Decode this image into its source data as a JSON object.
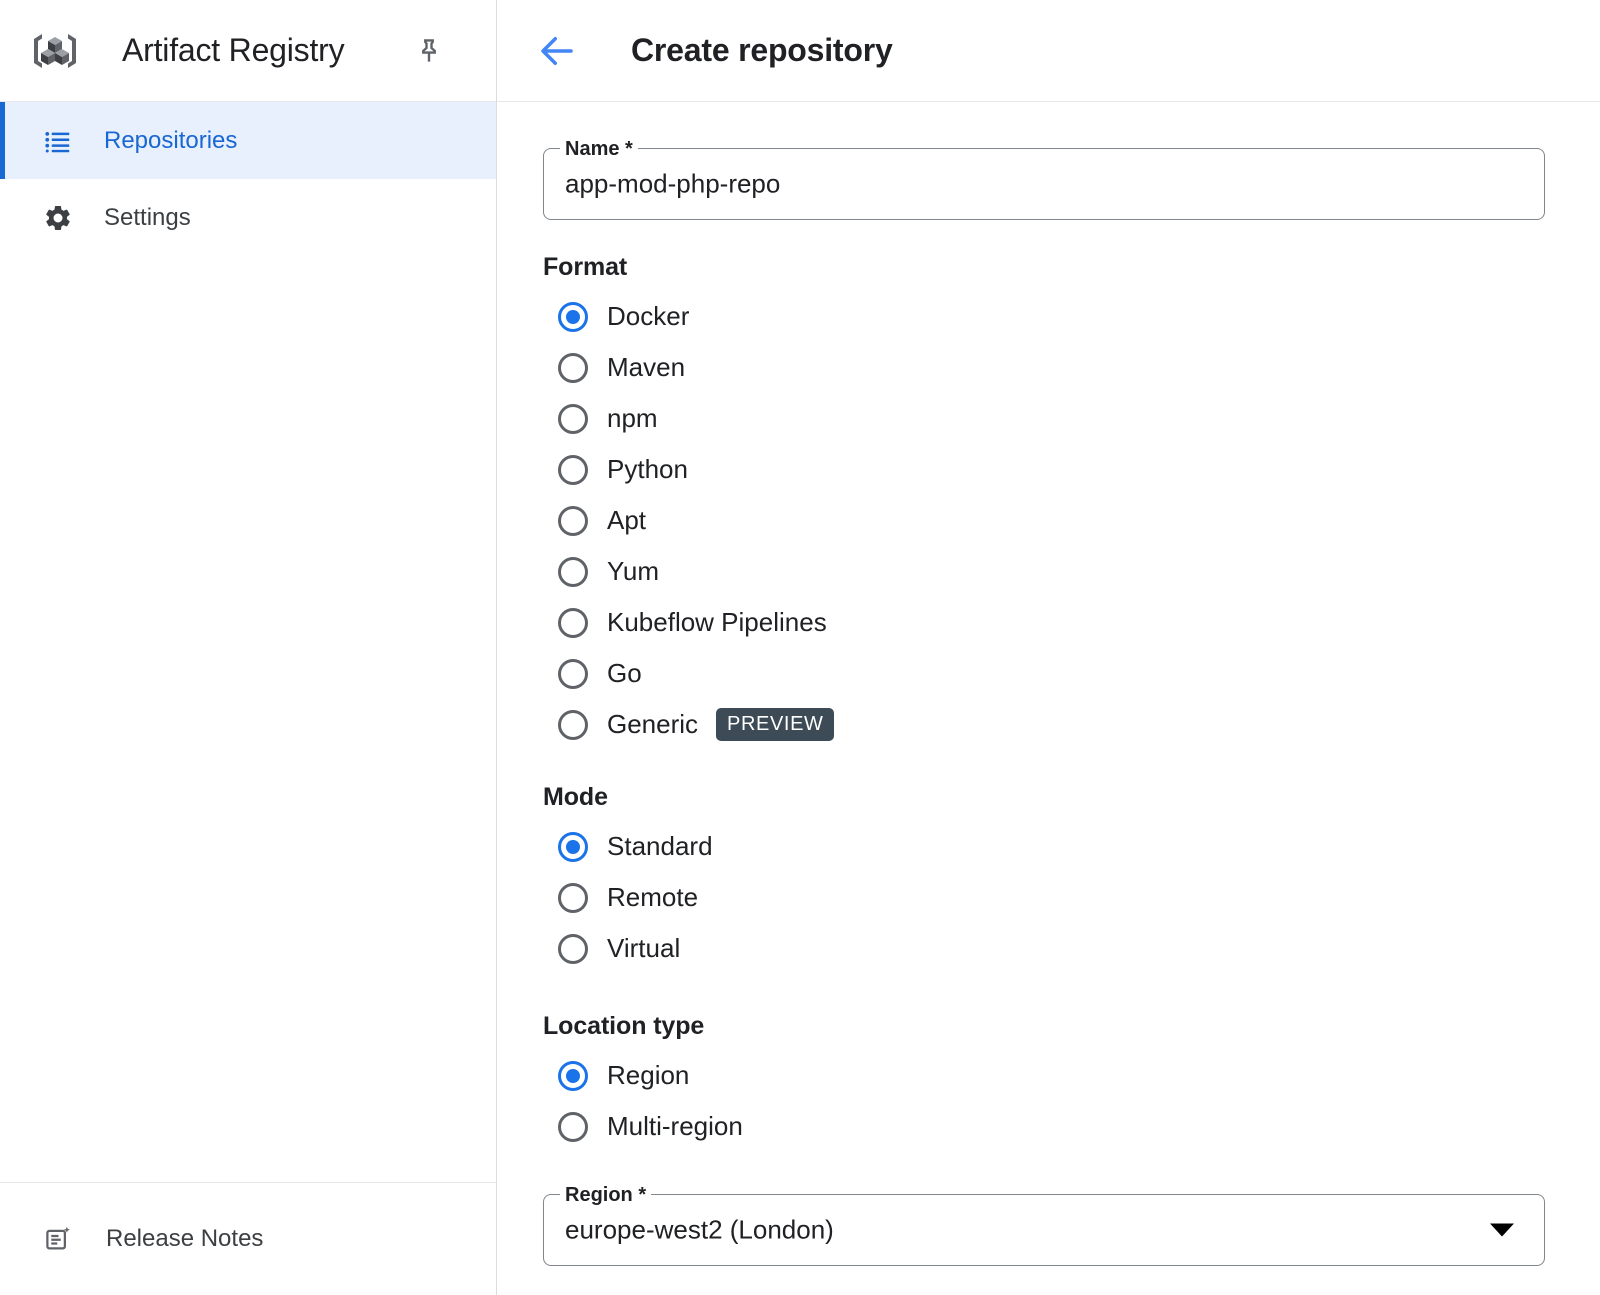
{
  "sidebar": {
    "app_title": "Artifact Registry",
    "logo_icon": "artifact-registry-cubes-icon",
    "pin_icon": "pin-icon",
    "items": [
      {
        "label": "Repositories",
        "icon": "list-icon",
        "active": true
      },
      {
        "label": "Settings",
        "icon": "gear-icon",
        "active": false
      }
    ],
    "footer": {
      "label": "Release Notes",
      "icon": "release-notes-icon"
    }
  },
  "header": {
    "back_icon": "arrow-back-icon",
    "title": "Create repository"
  },
  "form": {
    "name_field": {
      "label": "Name *",
      "value": "app-mod-php-repo",
      "placeholder": "Name"
    },
    "format": {
      "label": "Format",
      "selected": "Docker",
      "options": [
        {
          "label": "Docker",
          "selected": true
        },
        {
          "label": "Maven",
          "selected": false
        },
        {
          "label": "npm",
          "selected": false
        },
        {
          "label": "Python",
          "selected": false
        },
        {
          "label": "Apt",
          "selected": false
        },
        {
          "label": "Yum",
          "selected": false
        },
        {
          "label": "Kubeflow Pipelines",
          "selected": false
        },
        {
          "label": "Go",
          "selected": false
        },
        {
          "label": "Generic",
          "selected": false,
          "badge": "PREVIEW"
        }
      ]
    },
    "mode": {
      "label": "Mode",
      "selected": "Standard",
      "options": [
        {
          "label": "Standard",
          "selected": true
        },
        {
          "label": "Remote",
          "selected": false
        },
        {
          "label": "Virtual",
          "selected": false
        }
      ]
    },
    "location_type": {
      "label": "Location type",
      "selected": "Region",
      "options": [
        {
          "label": "Region",
          "selected": true
        },
        {
          "label": "Multi-region",
          "selected": false
        }
      ]
    },
    "region_field": {
      "label": "Region *",
      "value": "europe-west2 (London)",
      "dropdown_icon": "chevron-down-icon"
    }
  },
  "colors": {
    "accent_blue": "#1a73e8",
    "nav_active_bg": "#e8f0fe",
    "nav_active_text": "#1967d2",
    "badge_bg": "#3c4b56",
    "text_primary": "#202124",
    "border": "#80868b"
  }
}
